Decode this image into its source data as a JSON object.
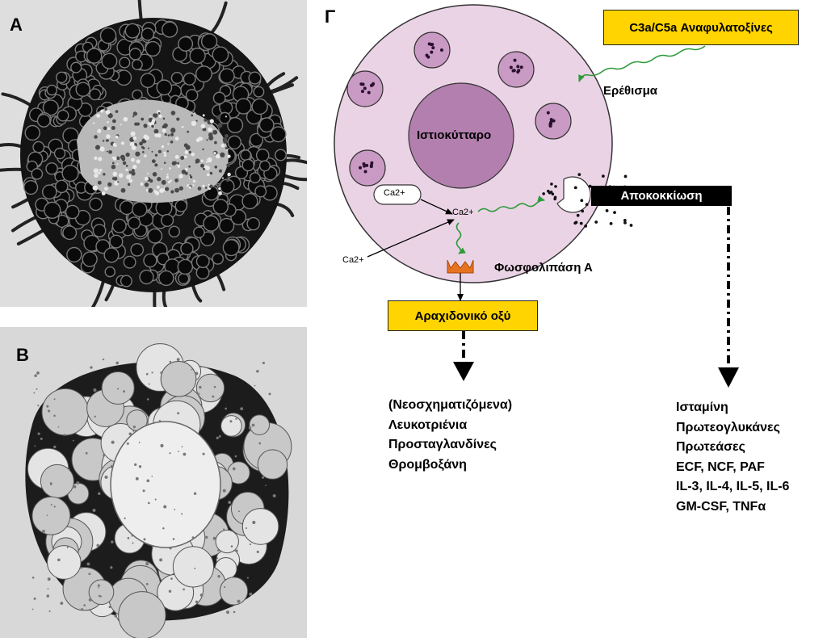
{
  "labels": {
    "a": "A",
    "b": "B",
    "c": "Γ"
  },
  "cell_label": "Ιστιοκύτταρο",
  "ca_internal": "Ca2+",
  "ca_capsule": "Ca2+",
  "ca_external": "Ca2+",
  "anaphylatoxins": "C3a/C5a Αναφυλατοξίνες",
  "stimulus": "Ερέθισμα",
  "degranulation": "Αποκοκκίωση",
  "phospholipase": "Φωσφολιπάση Α",
  "arachidonic": "Αραχιδονικό οξύ",
  "left_list": [
    "(Νεοσχηματιζόμενα)",
    "Λευκοτριένια",
    "Προσταγλανδίνες",
    "Θρομβοξάνη"
  ],
  "right_list": [
    "Ισταμίνη",
    "Πρωτεογλυκάνες",
    "Πρωτεάσες",
    "ECF, NCF, PAF",
    "IL-3, IL-4, IL-5, IL-6",
    "GM-CSF, TNFα"
  ],
  "colors": {
    "cell": "#ebd3e6",
    "nucleus": "#b37fae",
    "granule": "#c99ac3",
    "arrow_green": "#2e9a3a",
    "box_yellow": "#ffd400",
    "receptor": "#e8731f"
  }
}
